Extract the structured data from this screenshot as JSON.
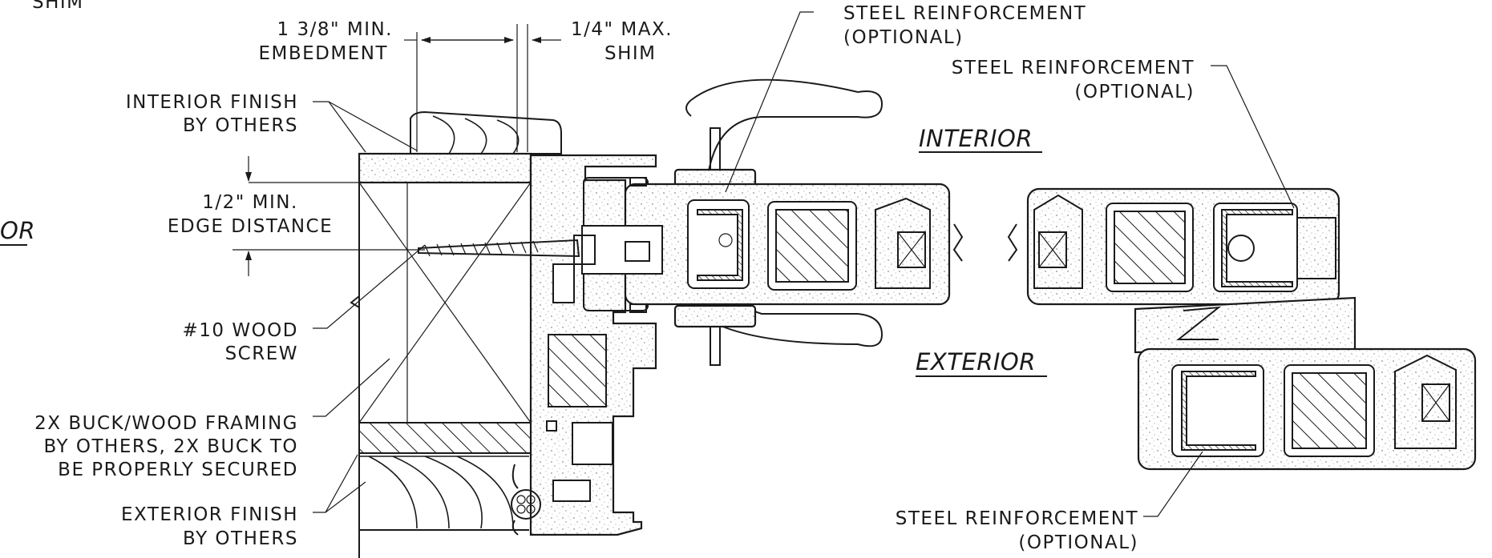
{
  "labels": {
    "shim_top_partial": "SHIM",
    "embedment_line1": "1 3/8\" MIN.",
    "embedment_line2": "EMBEDMENT",
    "shim_max_line1": "1/4\" MAX.",
    "shim_max_line2": "SHIM",
    "steel_top_line1": "STEEL REINFORCEMENT",
    "steel_top_line2": "(OPTIONAL)",
    "steel_right_line1": "STEEL REINFORCEMENT",
    "steel_right_line2": "(OPTIONAL)",
    "interior_finish_line1": "INTERIOR FINISH",
    "interior_finish_line2": "BY OTHERS",
    "edge_distance_line1": "1/2\" MIN.",
    "edge_distance_line2": "EDGE DISTANCE",
    "left_partial": "OR",
    "interior": "INTERIOR",
    "exterior": "EXTERIOR",
    "wood_screw_line1": "#10 WOOD",
    "wood_screw_line2": "SCREW",
    "buck_line1": "2X BUCK/WOOD FRAMING",
    "buck_line2": "BY OTHERS, 2X BUCK TO",
    "buck_line3": "BE PROPERLY SECURED",
    "exterior_finish_line1": "EXTERIOR FINISH",
    "exterior_finish_line2": "BY OTHERS",
    "steel_bottom_line1": "STEEL REINFORCEMENT",
    "steel_bottom_line2": "(OPTIONAL)"
  },
  "colors": {
    "ink": "#1a1a1a",
    "background": "#ffffff"
  }
}
